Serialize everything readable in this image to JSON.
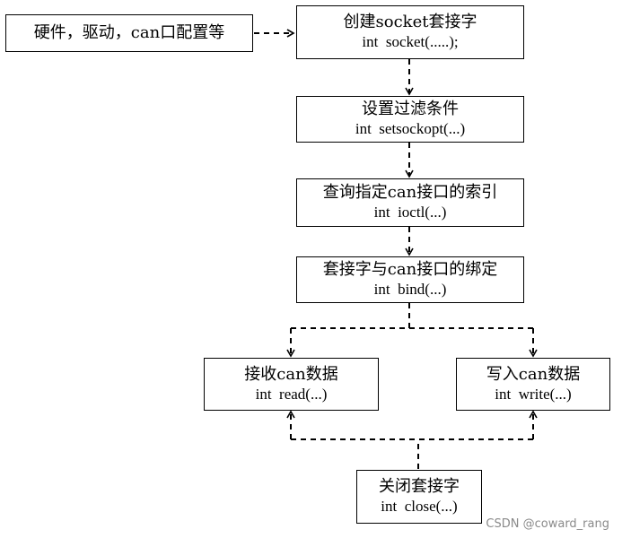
{
  "boxes": {
    "hardware": {
      "title": "硬件，驱动，can口配置等"
    },
    "socket": {
      "title": "创建socket套接字",
      "code": "int  socket(.....);"
    },
    "setsockopt": {
      "title": "设置过滤条件",
      "code": "int  setsockopt(...)"
    },
    "ioctl": {
      "title": "查询指定can接口的索引",
      "code": "int  ioctl(...)"
    },
    "bind": {
      "title": "套接字与can接口的绑定",
      "code": "int  bind(...)"
    },
    "read": {
      "title": "接收can数据",
      "code": "int  read(...)"
    },
    "write": {
      "title": "写入can数据",
      "code": "int  write(...)"
    },
    "close": {
      "title": "关闭套接字",
      "code": "int  close(...)"
    }
  },
  "watermark": "CSDN @coward_rang"
}
